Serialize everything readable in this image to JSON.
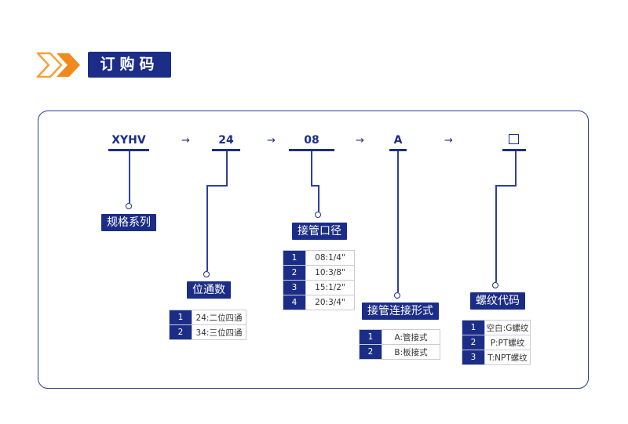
{
  "header": {
    "title": "订购码"
  },
  "codes": [
    {
      "text": "XYHV"
    },
    {
      "text": "24"
    },
    {
      "text": "08"
    },
    {
      "text": "A"
    },
    {
      "text": ""
    }
  ],
  "arrow_glyph": "→",
  "sections": {
    "spec": {
      "label": "规格系列"
    },
    "ports": {
      "label": "位通数",
      "options": [
        {
          "num": "1",
          "text": "24:二位四通"
        },
        {
          "num": "2",
          "text": "34:三位四通"
        }
      ]
    },
    "size": {
      "label": "接管口径",
      "options": [
        {
          "num": "1",
          "text": "08:1/4\""
        },
        {
          "num": "2",
          "text": "10:3/8\""
        },
        {
          "num": "3",
          "text": "15:1/2\""
        },
        {
          "num": "4",
          "text": "20:3/4\""
        }
      ]
    },
    "conn": {
      "label": "接管连接形式",
      "options": [
        {
          "num": "1",
          "text": "A:管接式"
        },
        {
          "num": "2",
          "text": "B:板接式"
        }
      ]
    },
    "thread": {
      "label": "螺纹代码",
      "options": [
        {
          "num": "1",
          "text": "空白:G螺纹"
        },
        {
          "num": "2",
          "text": "P:PT螺纹"
        },
        {
          "num": "3",
          "text": "T:NPT螺纹"
        }
      ]
    }
  },
  "colors": {
    "primary": "#1c2d87",
    "accent_orange": "#f08a1c",
    "accent_orange_light": "#f8b25a"
  }
}
